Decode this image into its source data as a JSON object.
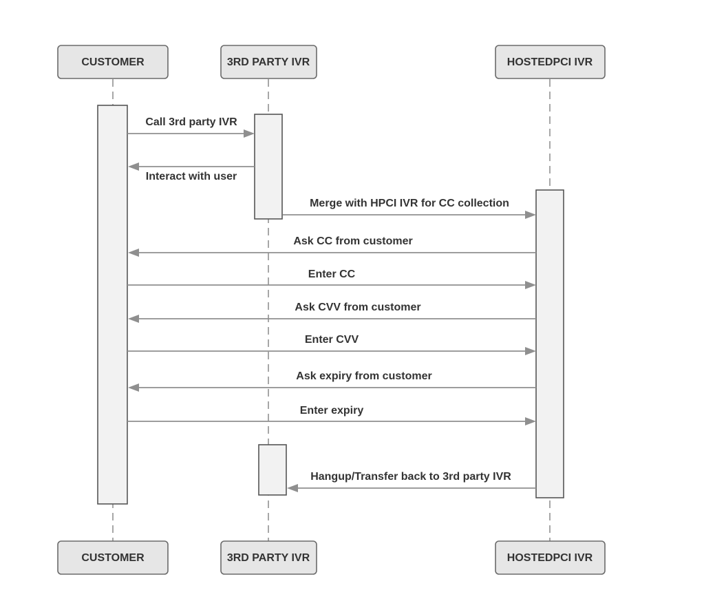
{
  "actors": [
    {
      "id": "customer",
      "label": "CUSTOMER"
    },
    {
      "id": "ivr3",
      "label": "3RD PARTY IVR"
    },
    {
      "id": "hpci",
      "label": "HOSTEDPCI IVR"
    }
  ],
  "messages": [
    {
      "from": "customer",
      "to": "ivr3",
      "label": "Call 3rd party IVR"
    },
    {
      "from": "ivr3",
      "to": "customer",
      "label": "Interact with user"
    },
    {
      "from": "ivr3",
      "to": "hpci",
      "label": "Merge with HPCI IVR for CC collection"
    },
    {
      "from": "hpci",
      "to": "customer",
      "label": "Ask CC from customer"
    },
    {
      "from": "customer",
      "to": "hpci",
      "label": "Enter CC"
    },
    {
      "from": "hpci",
      "to": "customer",
      "label": "Ask CVV from customer"
    },
    {
      "from": "customer",
      "to": "hpci",
      "label": "Enter CVV"
    },
    {
      "from": "hpci",
      "to": "customer",
      "label": "Ask expiry from customer"
    },
    {
      "from": "customer",
      "to": "hpci",
      "label": "Enter expiry"
    },
    {
      "from": "hpci",
      "to": "ivr3",
      "label": "Hangup/Transfer back to 3rd party IVR"
    }
  ]
}
